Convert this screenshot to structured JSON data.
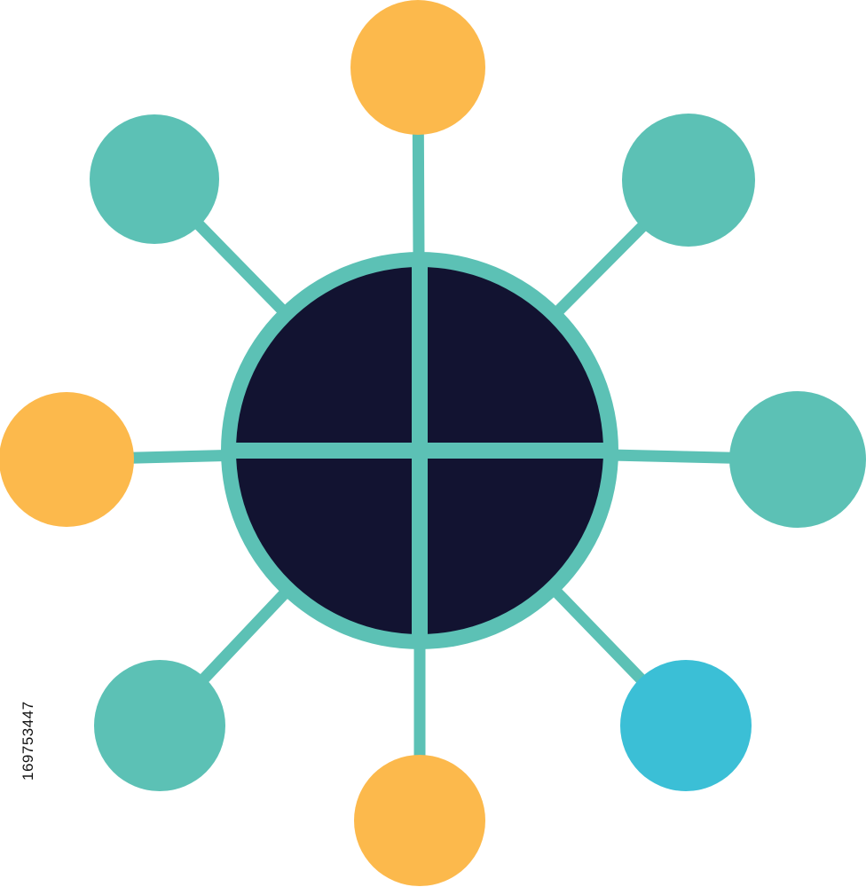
{
  "colors": {
    "teal": "#5cc1b5",
    "amber": "#fcb94c",
    "cyan": "#3bbfd6",
    "navy": "#121331",
    "background": "#ffffff"
  },
  "hub": {
    "icon": "globe-icon",
    "color": "navy",
    "ring_color": "teal"
  },
  "nodes": [
    {
      "name": "node-top",
      "color": "amber"
    },
    {
      "name": "node-top-right",
      "color": "teal"
    },
    {
      "name": "node-right",
      "color": "teal"
    },
    {
      "name": "node-bottom-right",
      "color": "cyan"
    },
    {
      "name": "node-bottom",
      "color": "amber"
    },
    {
      "name": "node-bottom-left",
      "color": "teal"
    },
    {
      "name": "node-left",
      "color": "amber"
    },
    {
      "name": "node-top-left",
      "color": "teal"
    }
  ],
  "watermark": {
    "stock_id": "169753447"
  }
}
